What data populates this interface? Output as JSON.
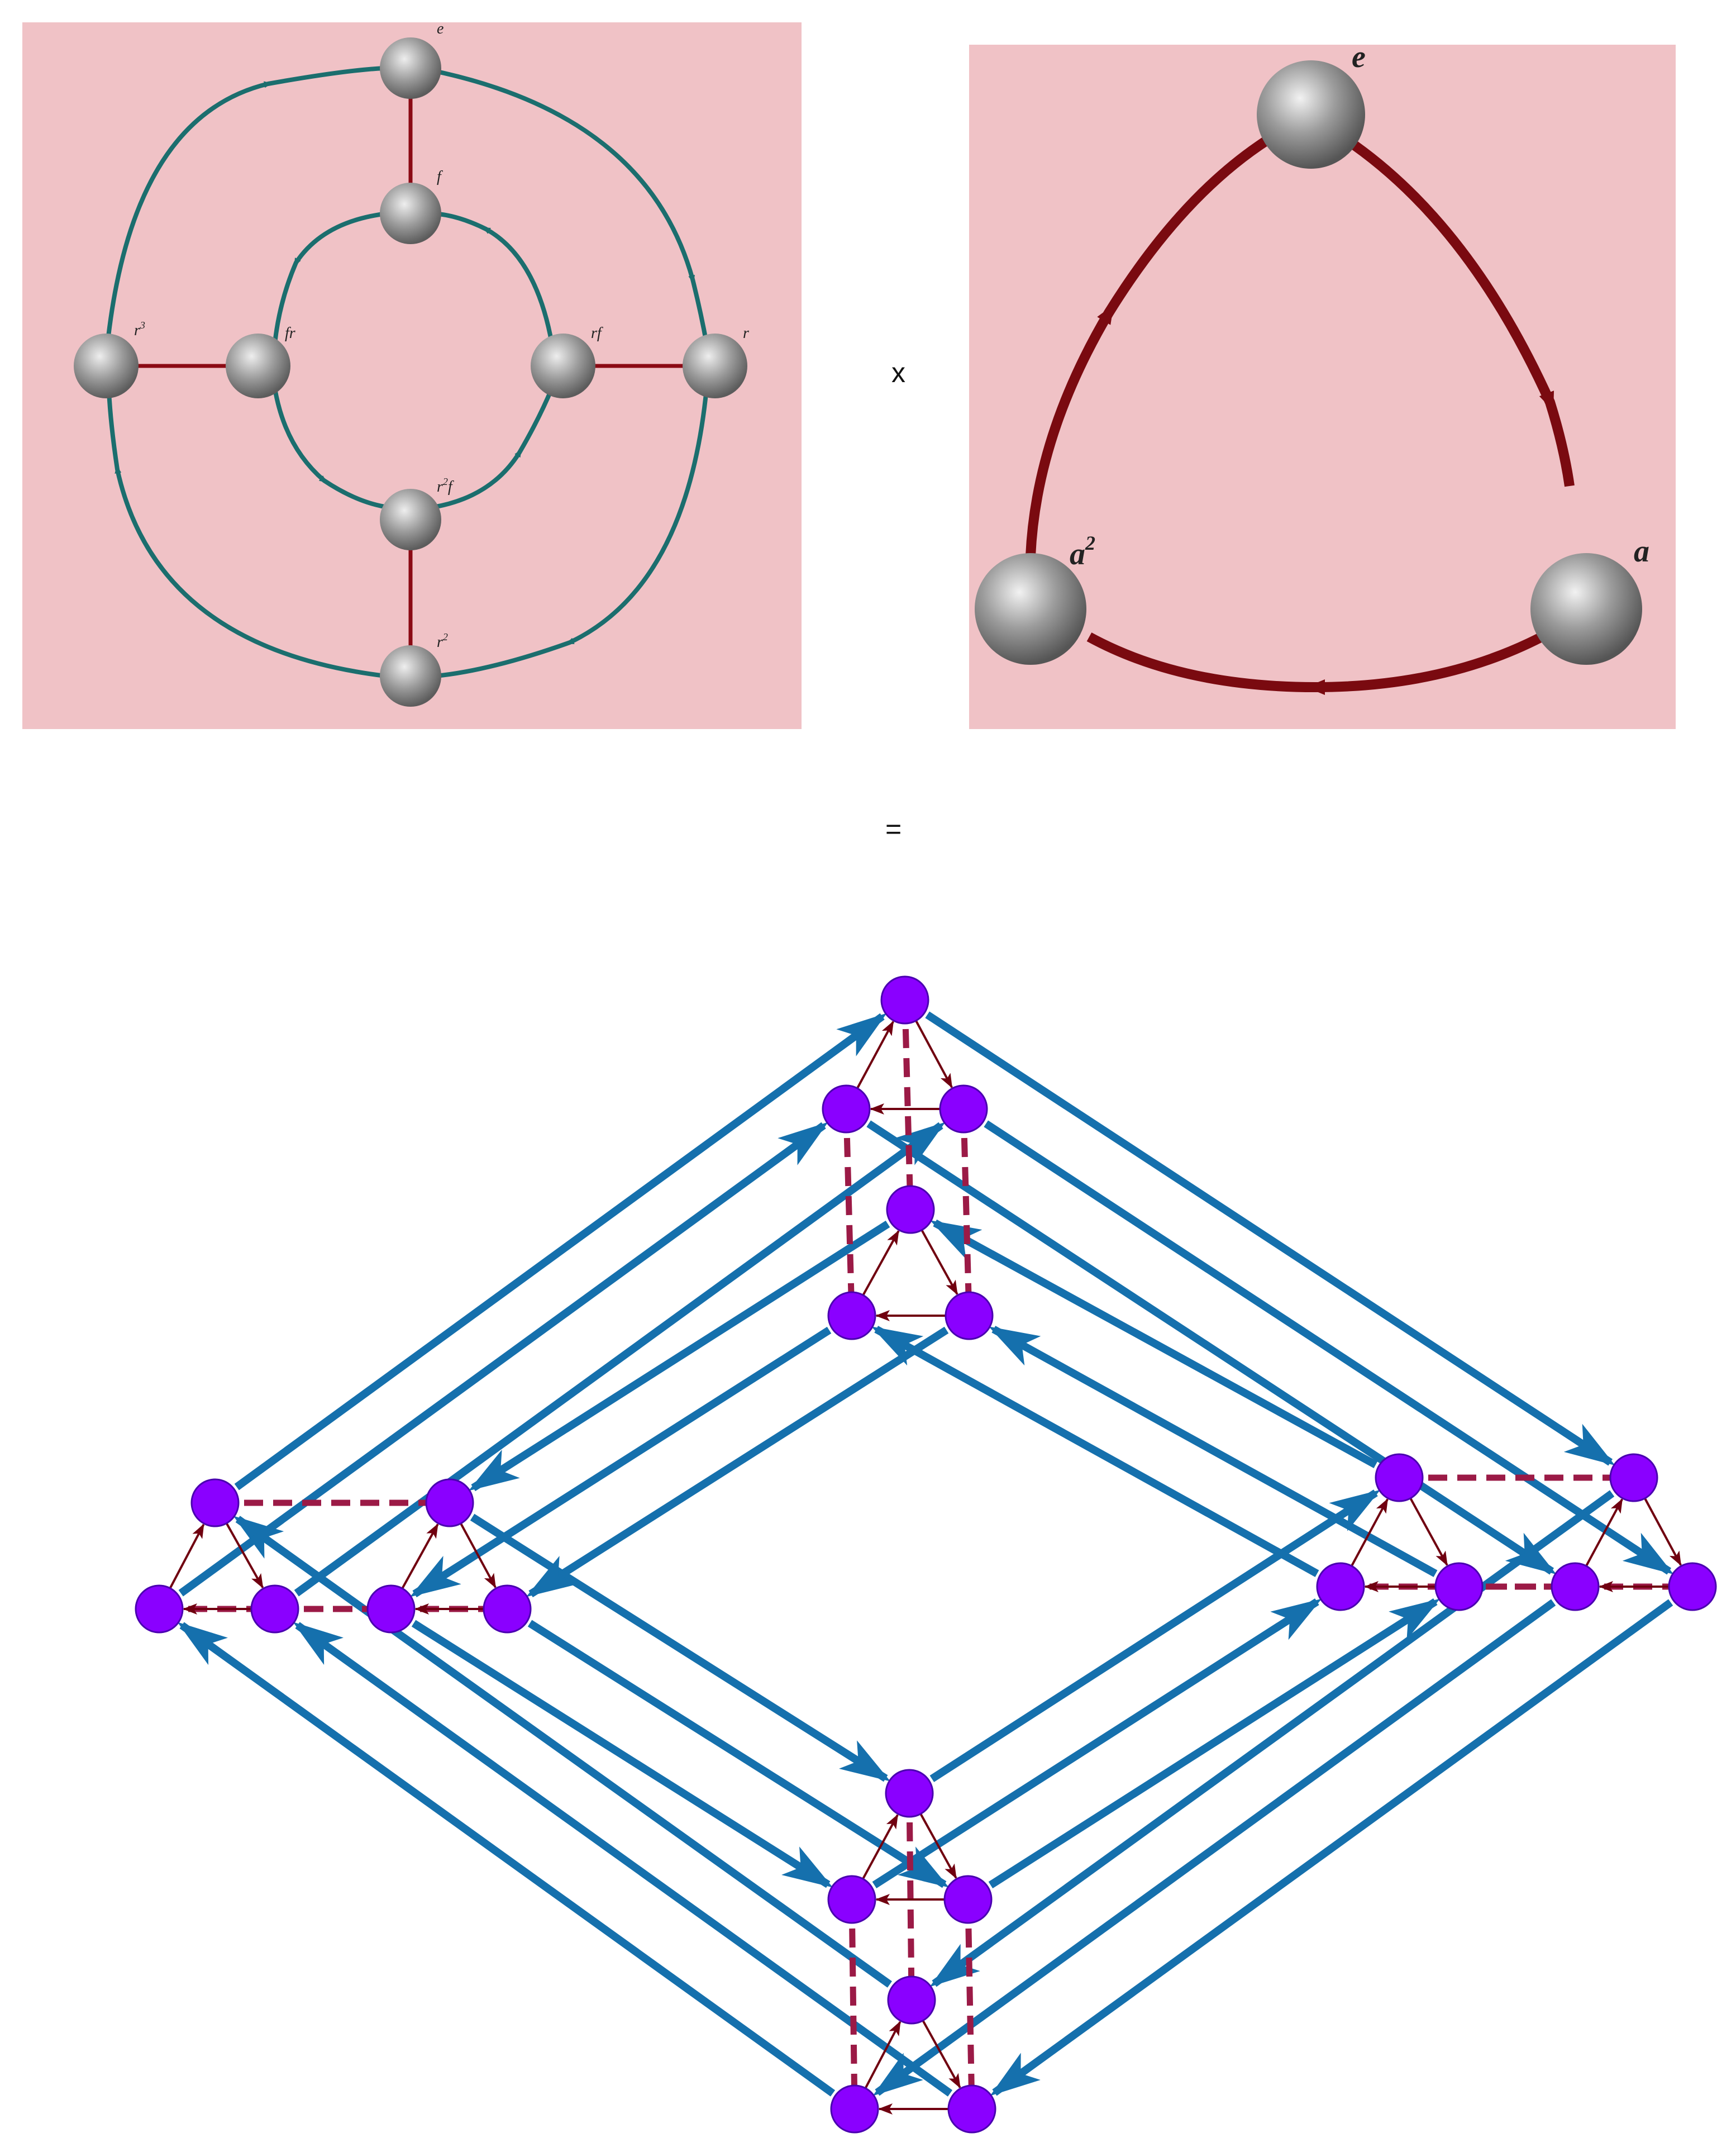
{
  "operators": {
    "times": "x",
    "equals": "="
  },
  "left_graph": {
    "node_labels": {
      "e": "e",
      "f": "f",
      "r3": "r",
      "r3_sup": "3",
      "fr": "fr",
      "rf": "rf",
      "r": "r",
      "r2f": "r",
      "r2f_sup": "2",
      "r2f_tail": "f",
      "r2": "r",
      "r2_sup": "2"
    }
  },
  "right_graph": {
    "node_labels": {
      "e": "e",
      "a": "a",
      "a2": "a",
      "a2_sup": "2"
    }
  },
  "colors": {
    "panel_bg": "#f0c2c6",
    "teal_arrow": "#1b6e6e",
    "dark_red": "#8b0a14",
    "product_blue": "#1570ad",
    "product_node": "#8a00ff",
    "product_red_dashed": "#9b1a46"
  }
}
